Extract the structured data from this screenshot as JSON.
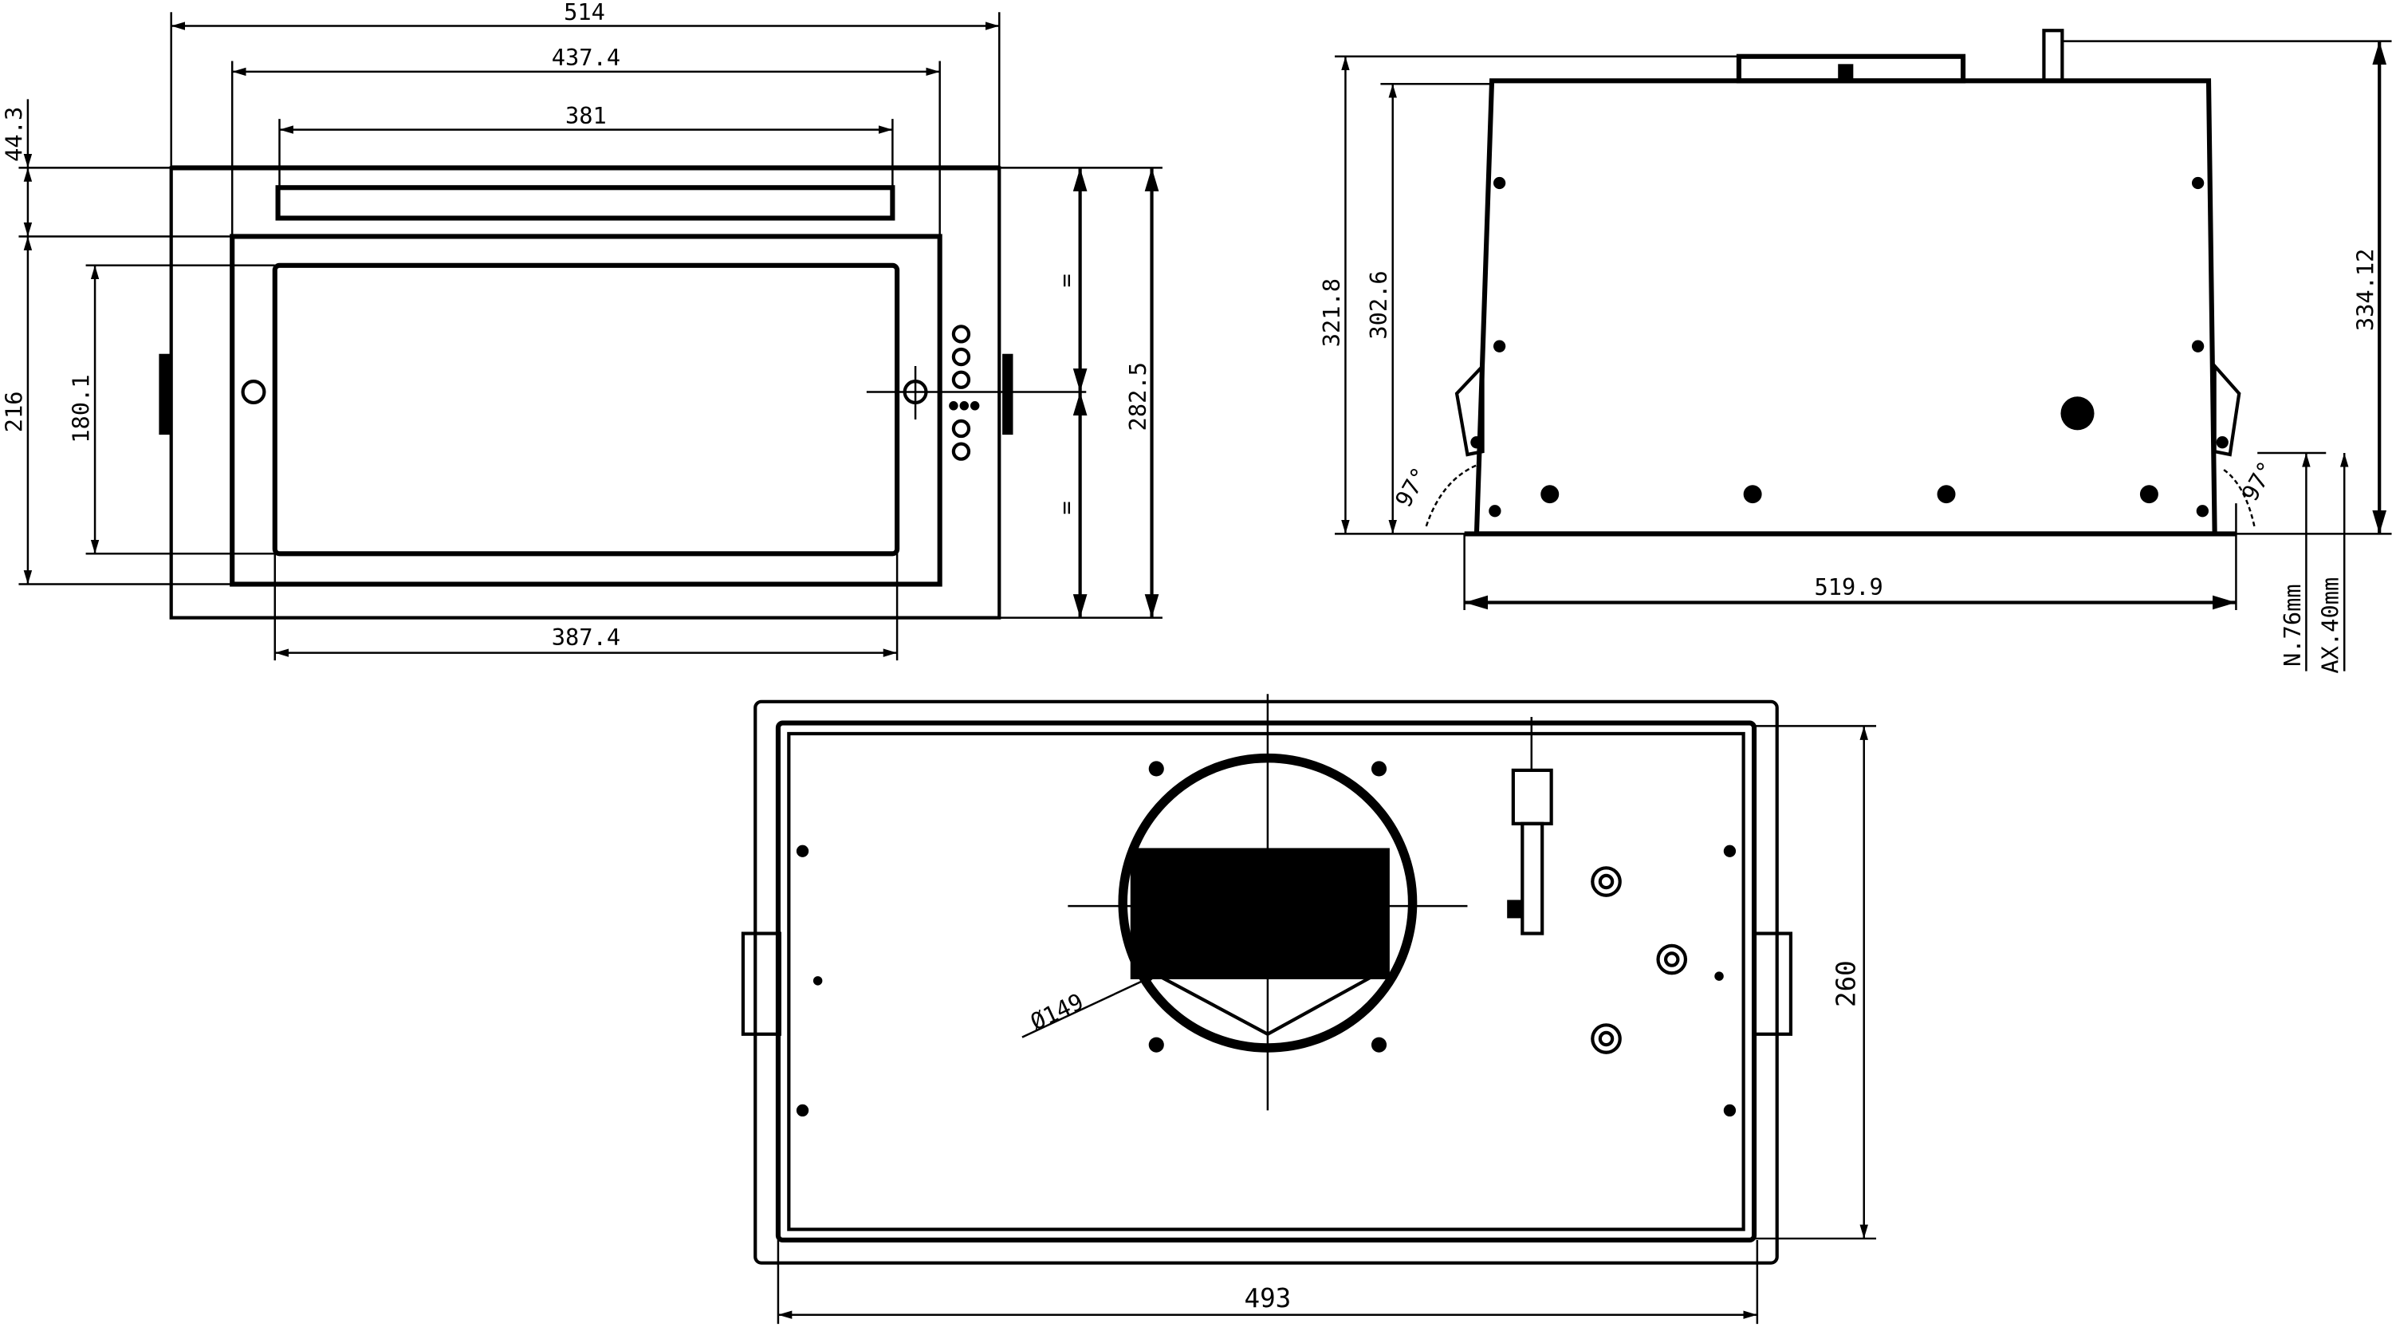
{
  "front_view": {
    "dims": {
      "width_total": "514",
      "width_inner": "437.4",
      "width_slot": "381",
      "height_top": "44.3",
      "height_panel": "216",
      "height_glass": "180.1",
      "width_glass": "387.4",
      "height_total": "282.5",
      "equal_mark_top": "=",
      "equal_mark_bottom": "="
    }
  },
  "side_view": {
    "dims": {
      "height_a": "321.8",
      "height_b": "302.6",
      "height_c": "334.12",
      "width": "519.9",
      "angle_left": "97°",
      "angle_right": "97°",
      "min_label": "N.76mm",
      "max_label": "AX.40mm"
    }
  },
  "bottom_view": {
    "dims": {
      "width": "493",
      "height": "260",
      "duct_diameter": "Ø149"
    }
  }
}
